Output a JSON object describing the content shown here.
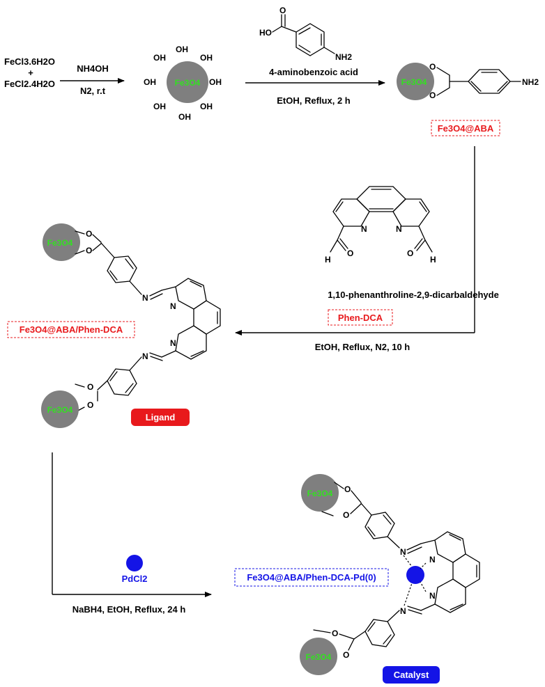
{
  "reactants": {
    "line1": "FeCl3.6H2O",
    "plus": "+",
    "line2": "FeCl2.4H2O"
  },
  "step1": {
    "reagent": "NH4OH",
    "conditions": "N2, r.t"
  },
  "magnetite": {
    "core": "Fe3O4",
    "hydroxyl": "OH"
  },
  "step2": {
    "reagent_name": "4-aminobenzoic acid",
    "conditions": "EtOH, Reflux, 2 h",
    "acid_group": "HO",
    "carbonyl_o": "O",
    "amine": "NH2"
  },
  "product1": {
    "amine": "NH2",
    "label": "Fe3O4@ABA"
  },
  "step3": {
    "reagent_name": "1,10-phenanthroline-2,9-dicarbaldehyde",
    "short_label": "Phen-DCA",
    "conditions": "EtOH, Reflux, N2, 10 h",
    "nitrogen": "N",
    "hydrogen": "H",
    "oxygen": "O"
  },
  "ligand": {
    "label": "Fe3O4@ABA/Phen-DCA",
    "badge": "Ligand",
    "oxygen": "O",
    "nitrogen": "N"
  },
  "step4": {
    "reagent": "PdCl2",
    "conditions": "NaBH4, EtOH, Reflux, 24 h"
  },
  "catalyst": {
    "label": "Fe3O4@ABA/Phen-DCA-Pd(0)",
    "badge": "Catalyst",
    "oxygen": "O",
    "nitrogen": "N"
  },
  "colors": {
    "nanoparticle": "#7f7f7f",
    "core_text": "#33e021",
    "red_label": "#e8191c",
    "blue_label": "#1414e6",
    "palladium": "#1414e6"
  }
}
